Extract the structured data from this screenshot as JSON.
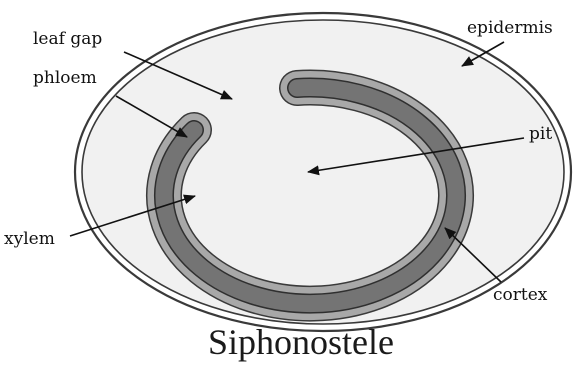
{
  "diagram": {
    "title": "Siphonostele",
    "labels": {
      "leaf_gap": "leaf gap",
      "phloem": "phloem",
      "xylem": "xylem",
      "epidermis": "epidermis",
      "pit": "pit",
      "cortex": "cortex"
    },
    "colors": {
      "background": "#ffffff",
      "cortex_fill": "#f1f1f1",
      "outline": "#3a3a3a",
      "phloem_fill": "#a8a8a8",
      "xylem_fill": "#747474"
    }
  }
}
